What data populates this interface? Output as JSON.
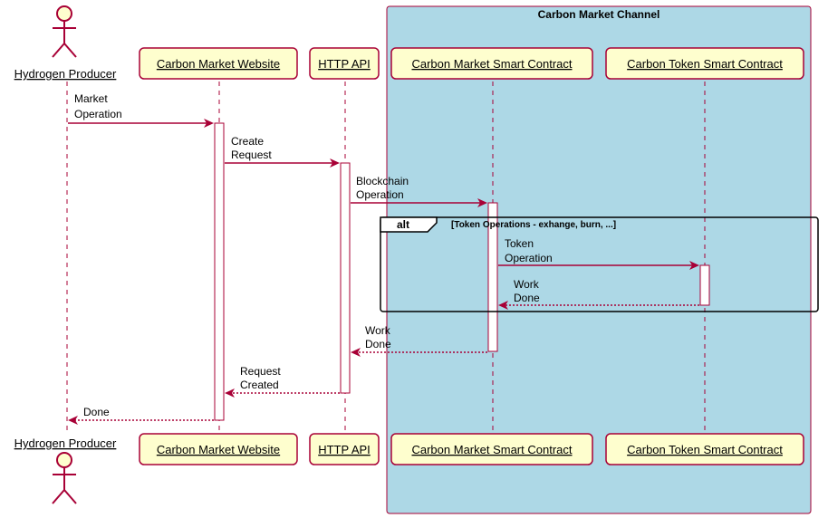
{
  "group": {
    "title": "Carbon Market Channel"
  },
  "participants": [
    {
      "id": "producer",
      "label": "Hydrogen Producer",
      "kind": "actor"
    },
    {
      "id": "website",
      "label": "Carbon Market Website",
      "kind": "box"
    },
    {
      "id": "api",
      "label": "HTTP API",
      "kind": "box"
    },
    {
      "id": "market_contract",
      "label": "Carbon Market Smart Contract",
      "kind": "box"
    },
    {
      "id": "token_contract",
      "label": "Carbon Token Smart Contract",
      "kind": "box"
    }
  ],
  "messages": [
    {
      "from": "producer",
      "to": "website",
      "style": "solid",
      "lines": [
        "Market",
        "Operation"
      ]
    },
    {
      "from": "website",
      "to": "api",
      "style": "solid",
      "lines": [
        "Create",
        "Request"
      ]
    },
    {
      "from": "api",
      "to": "market_contract",
      "style": "solid",
      "lines": [
        "Blockchain",
        "Operation"
      ]
    },
    {
      "from": "market_contract",
      "to": "token_contract",
      "style": "solid",
      "lines": [
        "Token",
        "Operation"
      ]
    },
    {
      "from": "token_contract",
      "to": "market_contract",
      "style": "dotted",
      "lines": [
        "Work",
        "Done"
      ]
    },
    {
      "from": "market_contract",
      "to": "api",
      "style": "dotted",
      "lines": [
        "Work",
        "Done"
      ]
    },
    {
      "from": "api",
      "to": "website",
      "style": "dotted",
      "lines": [
        "Request",
        "Created"
      ]
    },
    {
      "from": "website",
      "to": "producer",
      "style": "dotted",
      "lines": [
        "Done"
      ]
    }
  ],
  "fragment": {
    "operator": "alt",
    "guard": "[Token Operations - exhange, burn, ...]"
  },
  "colors": {
    "group_fill": "#add8e6",
    "group_border": "#a80036",
    "box_fill": "#fefece",
    "arrow": "#a80036",
    "text": "#000000"
  }
}
